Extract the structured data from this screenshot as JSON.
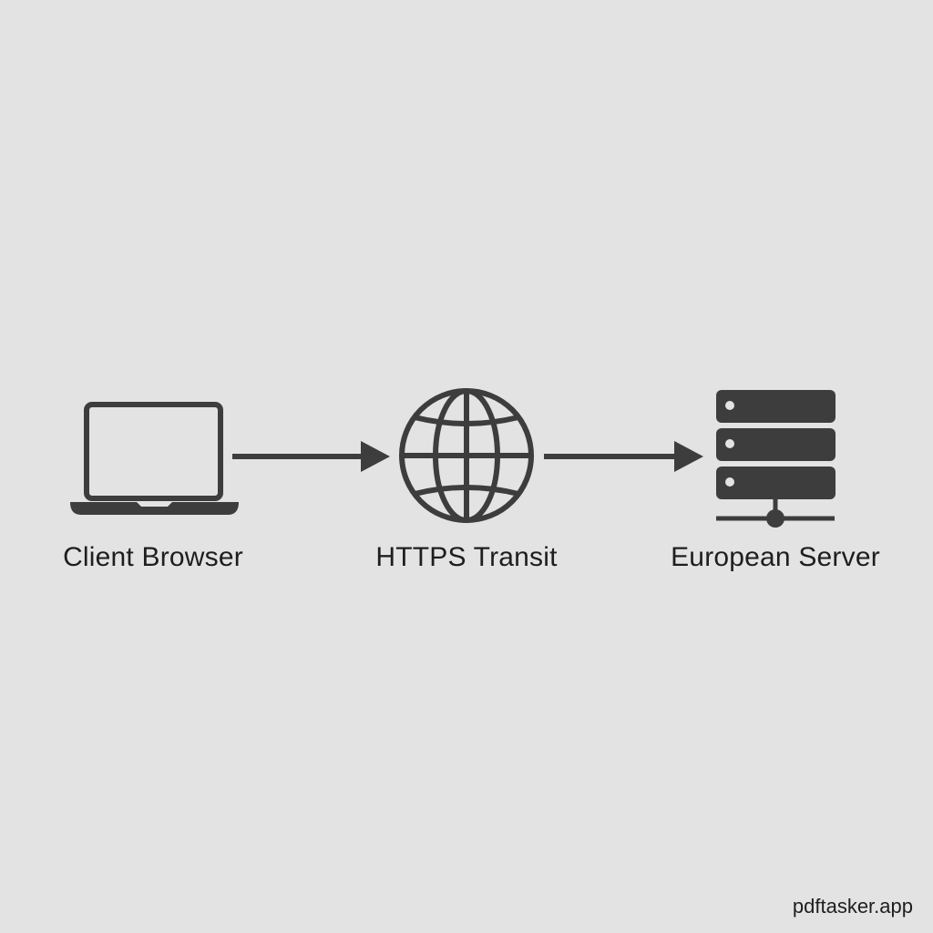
{
  "diagram": {
    "nodes": [
      {
        "id": "client",
        "label": "Client Browser",
        "icon": "laptop-icon"
      },
      {
        "id": "https",
        "label": "HTTPS Transit",
        "icon": "globe-icon"
      },
      {
        "id": "server",
        "label": "European Server",
        "icon": "server-rack-icon"
      }
    ],
    "edges": [
      {
        "from": "client",
        "to": "https"
      },
      {
        "from": "https",
        "to": "server"
      }
    ]
  },
  "watermark": "pdftasker.app",
  "colors": {
    "background": "#e2e3e2",
    "icon": "#3d3d3d",
    "text": "#1e1e1e"
  }
}
